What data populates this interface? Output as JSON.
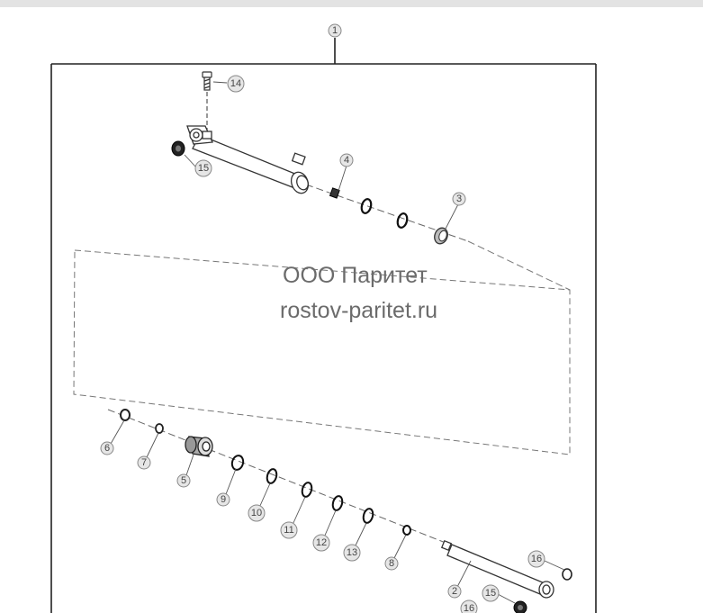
{
  "watermark": {
    "line1": "ООО Паритет",
    "line2": "rostov-paritet.ru"
  },
  "callouts": {
    "c1": "1",
    "c14": "14",
    "c15a": "15",
    "c4": "4",
    "c3": "3",
    "c6": "6",
    "c7": "7",
    "c5": "5",
    "c9": "9",
    "c10": "10",
    "c11": "11",
    "c12": "12",
    "c13": "13",
    "c8": "8",
    "c16a": "16",
    "c2": "2",
    "c15b": "15",
    "c16b": "16"
  }
}
